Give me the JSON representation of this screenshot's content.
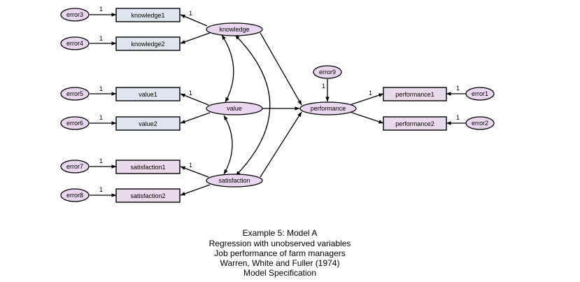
{
  "style": {
    "box_fill": "#dde6ee",
    "box_fill_alt": "#e8dcec",
    "ellipse_fill": "#ead6f0",
    "stroke": "#000000",
    "page_background": "#ffffff"
  },
  "observed": {
    "knowledge1": "knowledge1",
    "knowledge2": "knowledge2",
    "value1": "value1",
    "value2": "value2",
    "satisfaction1": "satisfaction1",
    "satisfaction2": "satisfaction2",
    "performance1": "performance1",
    "performance2": "performance2"
  },
  "latent": {
    "knowledge": "knowledge",
    "value": "value",
    "satisfaction": "satisfaction",
    "performance": "performance"
  },
  "errors": {
    "error1": "error1",
    "error2": "error2",
    "error3": "error3",
    "error4": "error4",
    "error5": "error5",
    "error6": "error6",
    "error7": "error7",
    "error8": "error8",
    "error9": "error9"
  },
  "fixed_parameter_label": "1",
  "caption": {
    "line1": "Example 5: Model A",
    "line2": "Regression with unobserved variables",
    "line3": "Job performance of farm managers",
    "line4": "Warren, White and Fuller (1974)",
    "line5": "Model Specification"
  }
}
